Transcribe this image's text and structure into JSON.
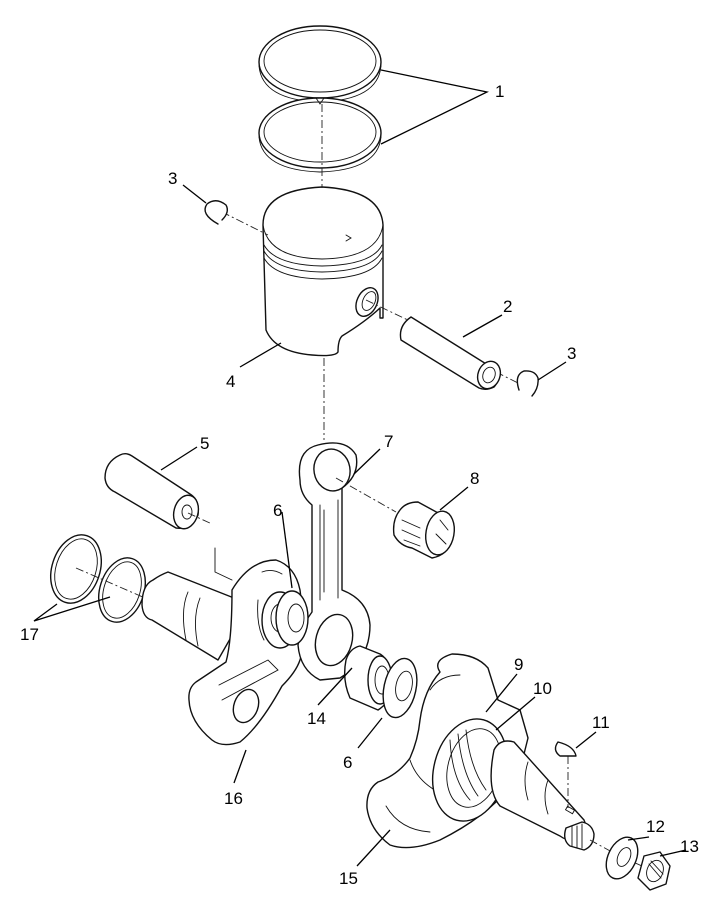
{
  "diagram": {
    "title": "Piston and Crankshaft Exploded View",
    "background_color": "#ffffff",
    "line_color": "#111111",
    "callouts": [
      {
        "id": "c1",
        "label": "1",
        "part": "piston-rings"
      },
      {
        "id": "c2",
        "label": "2",
        "part": "piston-pin"
      },
      {
        "id": "c3a",
        "label": "3",
        "part": "piston-pin-circlip-left"
      },
      {
        "id": "c3b",
        "label": "3",
        "part": "piston-pin-circlip-right"
      },
      {
        "id": "c4",
        "label": "4",
        "part": "piston"
      },
      {
        "id": "c5",
        "label": "5",
        "part": "crank-pin"
      },
      {
        "id": "c6a",
        "label": "6",
        "part": "thrust-washer-left"
      },
      {
        "id": "c6b",
        "label": "6",
        "part": "thrust-washer-right"
      },
      {
        "id": "c7",
        "label": "7",
        "part": "connecting-rod"
      },
      {
        "id": "c8",
        "label": "8",
        "part": "small-end-needle-bearing"
      },
      {
        "id": "c9",
        "label": "9",
        "part": "main-bearing"
      },
      {
        "id": "c10",
        "label": "10",
        "part": "oil-seal"
      },
      {
        "id": "c11",
        "label": "11",
        "part": "woodruff-key"
      },
      {
        "id": "c12",
        "label": "12",
        "part": "washer"
      },
      {
        "id": "c13",
        "label": "13",
        "part": "nut"
      },
      {
        "id": "c14",
        "label": "14",
        "part": "big-end-needle-bearing"
      },
      {
        "id": "c15",
        "label": "15",
        "part": "crank-half-right"
      },
      {
        "id": "c16",
        "label": "16",
        "part": "crank-half-left"
      },
      {
        "id": "c17",
        "label": "17",
        "part": "shims"
      }
    ]
  }
}
